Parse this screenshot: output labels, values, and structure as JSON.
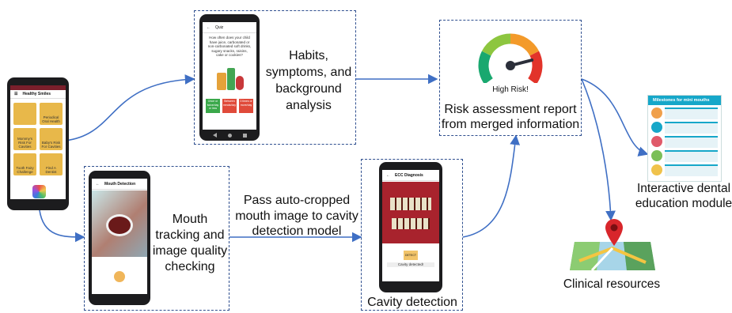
{
  "labels": {
    "habits": [
      "Habits,",
      "symptoms, and",
      "background",
      "analysis"
    ],
    "risk_report": [
      "Risk assessment report",
      "from merged information"
    ],
    "mouth_tracking": [
      "Mouth",
      "tracking and",
      "image quality",
      "checking"
    ],
    "pass_cropped": [
      "Pass auto-cropped",
      "mouth image to cavity",
      "detection model"
    ],
    "cavity": "Cavity detection",
    "education": [
      "Interactive dental",
      "education module"
    ],
    "clinical": "Clinical resources"
  },
  "gauge": {
    "text": "High Risk!",
    "level": 0.8
  },
  "home_phone": {
    "title": "Healthy Smiles",
    "tiles": [
      {
        "label": "",
        "color": "#e8b84a"
      },
      {
        "label": "Periodical Oral Health",
        "color": "#e8b84a"
      },
      {
        "label": "Mommy's Risk For Cavities",
        "color": "#e8b84a"
      },
      {
        "label": "Baby's Risk For Cavities",
        "color": "#e8b84a"
      },
      {
        "label": "Tooth Fairy Challenge",
        "color": "#e8b84a"
      },
      {
        "label": "Find A Dentist",
        "color": "#e8b84a"
      }
    ]
  },
  "quiz_phone": {
    "title": "Quiz",
    "question": "How often does your child have juice, carbonated or non-carbonated soft drinks, sugary snacks, raisins, cake or cookies?",
    "buttons": [
      {
        "label": "Once or twice/day or less",
        "color": "#3aa84a"
      },
      {
        "label": "Between meals/day",
        "color": "#e04a3a"
      },
      {
        "label": "3 times or more/day",
        "color": "#e04a3a"
      }
    ]
  },
  "mouth_phone": {
    "title": "Mouth Detection"
  },
  "ecc_phone": {
    "title": "ECC Diagnosis",
    "detect_label": "DETECT",
    "result_label": "Cavity detected!"
  },
  "poster": {
    "title": "Milestones for mini mouths"
  },
  "colors": {
    "dash": "#2f4f8f",
    "arrow": "#3f6fc4",
    "pin": "#d8262b",
    "poster_bg": "#16a7c9"
  }
}
